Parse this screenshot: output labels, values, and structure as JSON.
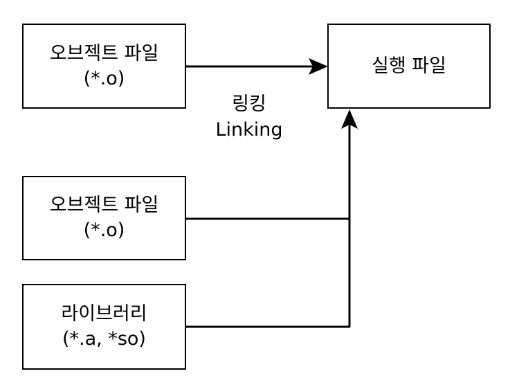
{
  "nodes": {
    "object_file_1": {
      "line1": "오브젝트 파일",
      "line2": "(*.o)"
    },
    "executable": {
      "line1": "실행 파일"
    },
    "object_file_2": {
      "line1": "오브젝트 파일",
      "line2": "(*.o)"
    },
    "library": {
      "line1": "라이브러리",
      "line2": "(*.a, *so)"
    }
  },
  "edge_label": {
    "korean": "링킹",
    "english": "Linking"
  },
  "colors": {
    "stroke": "#000000",
    "fill": "#ffffff"
  }
}
